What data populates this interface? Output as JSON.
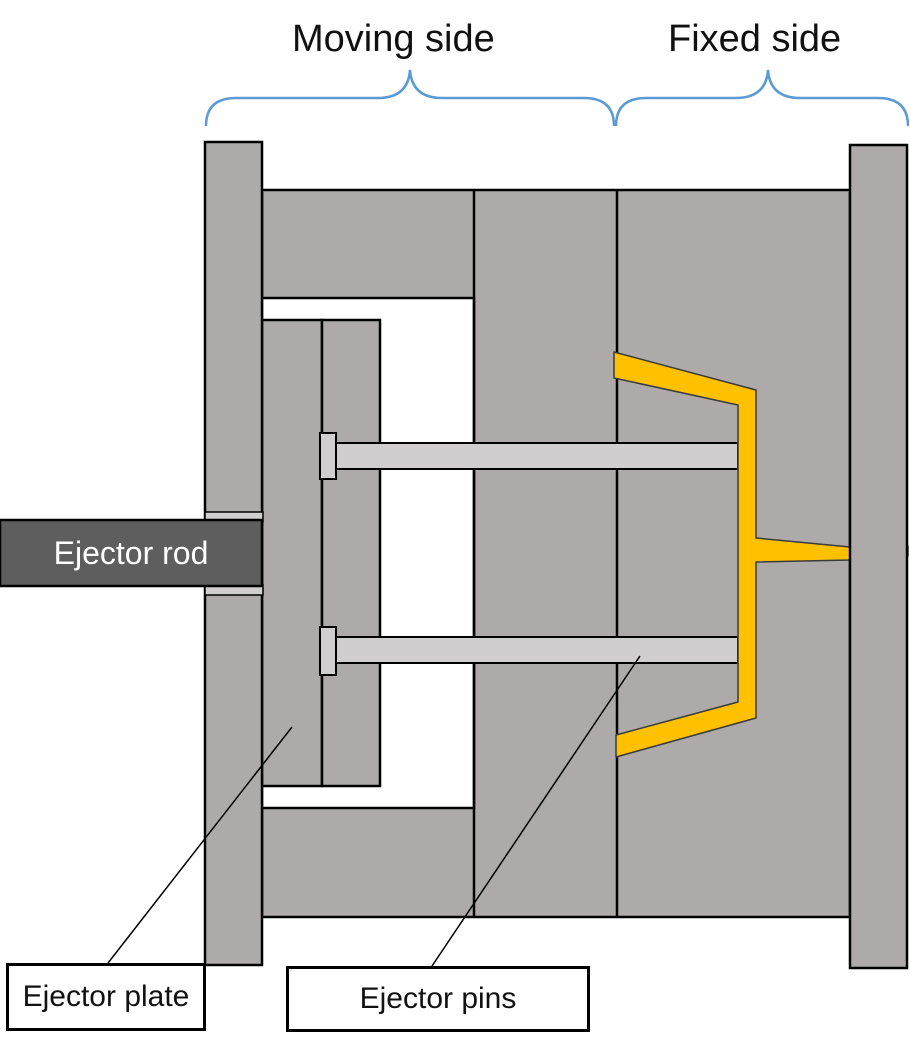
{
  "labels": {
    "moving_side": "Moving side",
    "fixed_side": "Fixed side",
    "ejector_rod": "Ejector rod",
    "ejector_plate": "Ejector plate",
    "ejector_pins": "Ejector pins"
  },
  "colors": {
    "plate_gray": "#aeaaaa",
    "pin_gray": "#d0cece",
    "rod_dark": "#5e5e5e",
    "part_yellow": "#ffc000",
    "brace_blue": "#5b9bd5",
    "outline": "#000000",
    "background": "#ffffff"
  }
}
